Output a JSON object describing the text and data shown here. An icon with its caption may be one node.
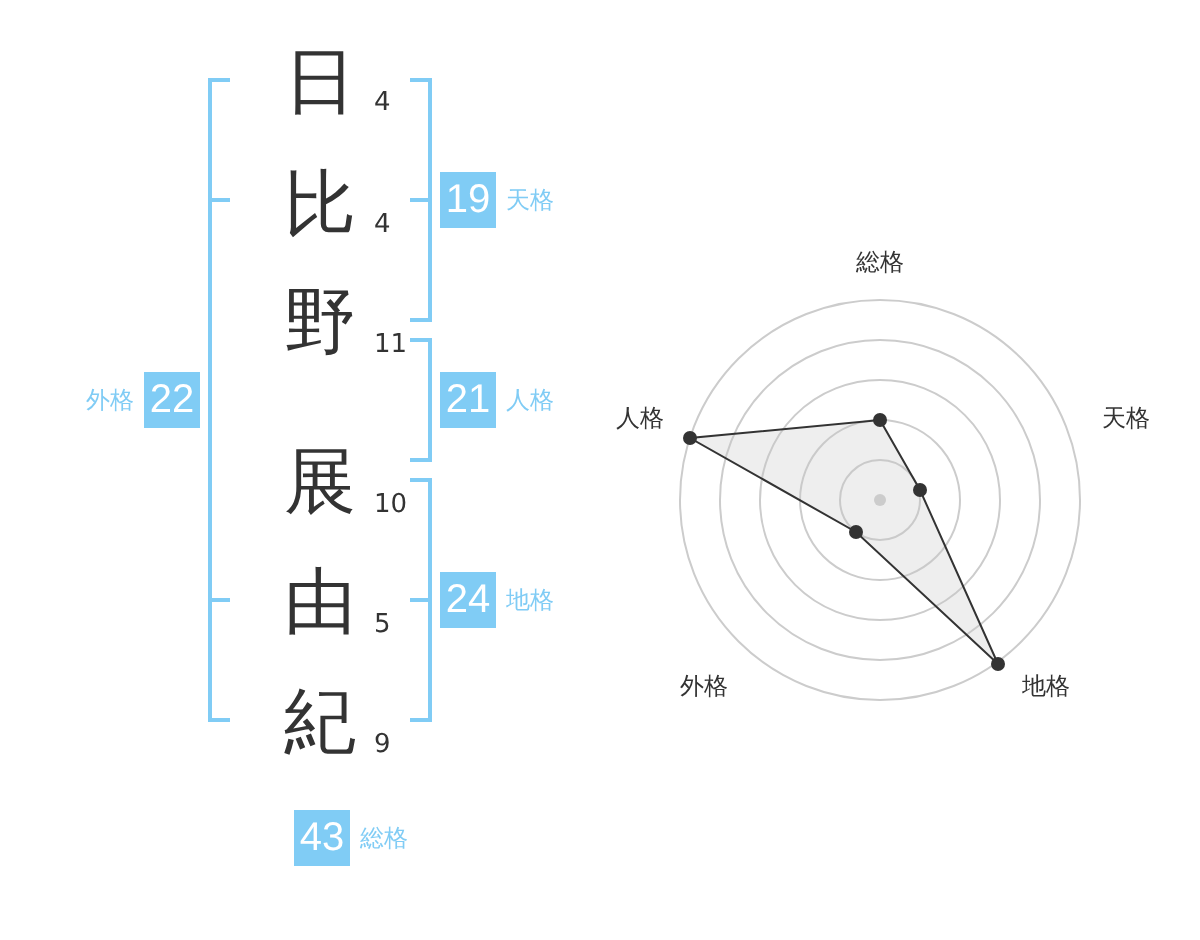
{
  "diagram": {
    "nodes": [
      {
        "text": [
          "19"
        ],
        "beside": [
          "天格"
        ]
      },
      {
        "text": [
          "22"
        ],
        "beside": [
          "外格"
        ]
      },
      {
        "text": [
          "21"
        ],
        "beside": [
          "人格"
        ]
      },
      {
        "text": [
          "24"
        ],
        "beside": [
          "地格"
        ]
      },
      {
        "text": [
          "43"
        ],
        "beside": [
          "総格"
        ]
      }
    ],
    "labels": [
      "日",
      "4",
      "比",
      "4",
      "野",
      "11",
      "展",
      "10",
      "由",
      "5",
      "紀",
      "9",
      "総格",
      "人格",
      "天格",
      "外格",
      "地格"
    ]
  }
}
